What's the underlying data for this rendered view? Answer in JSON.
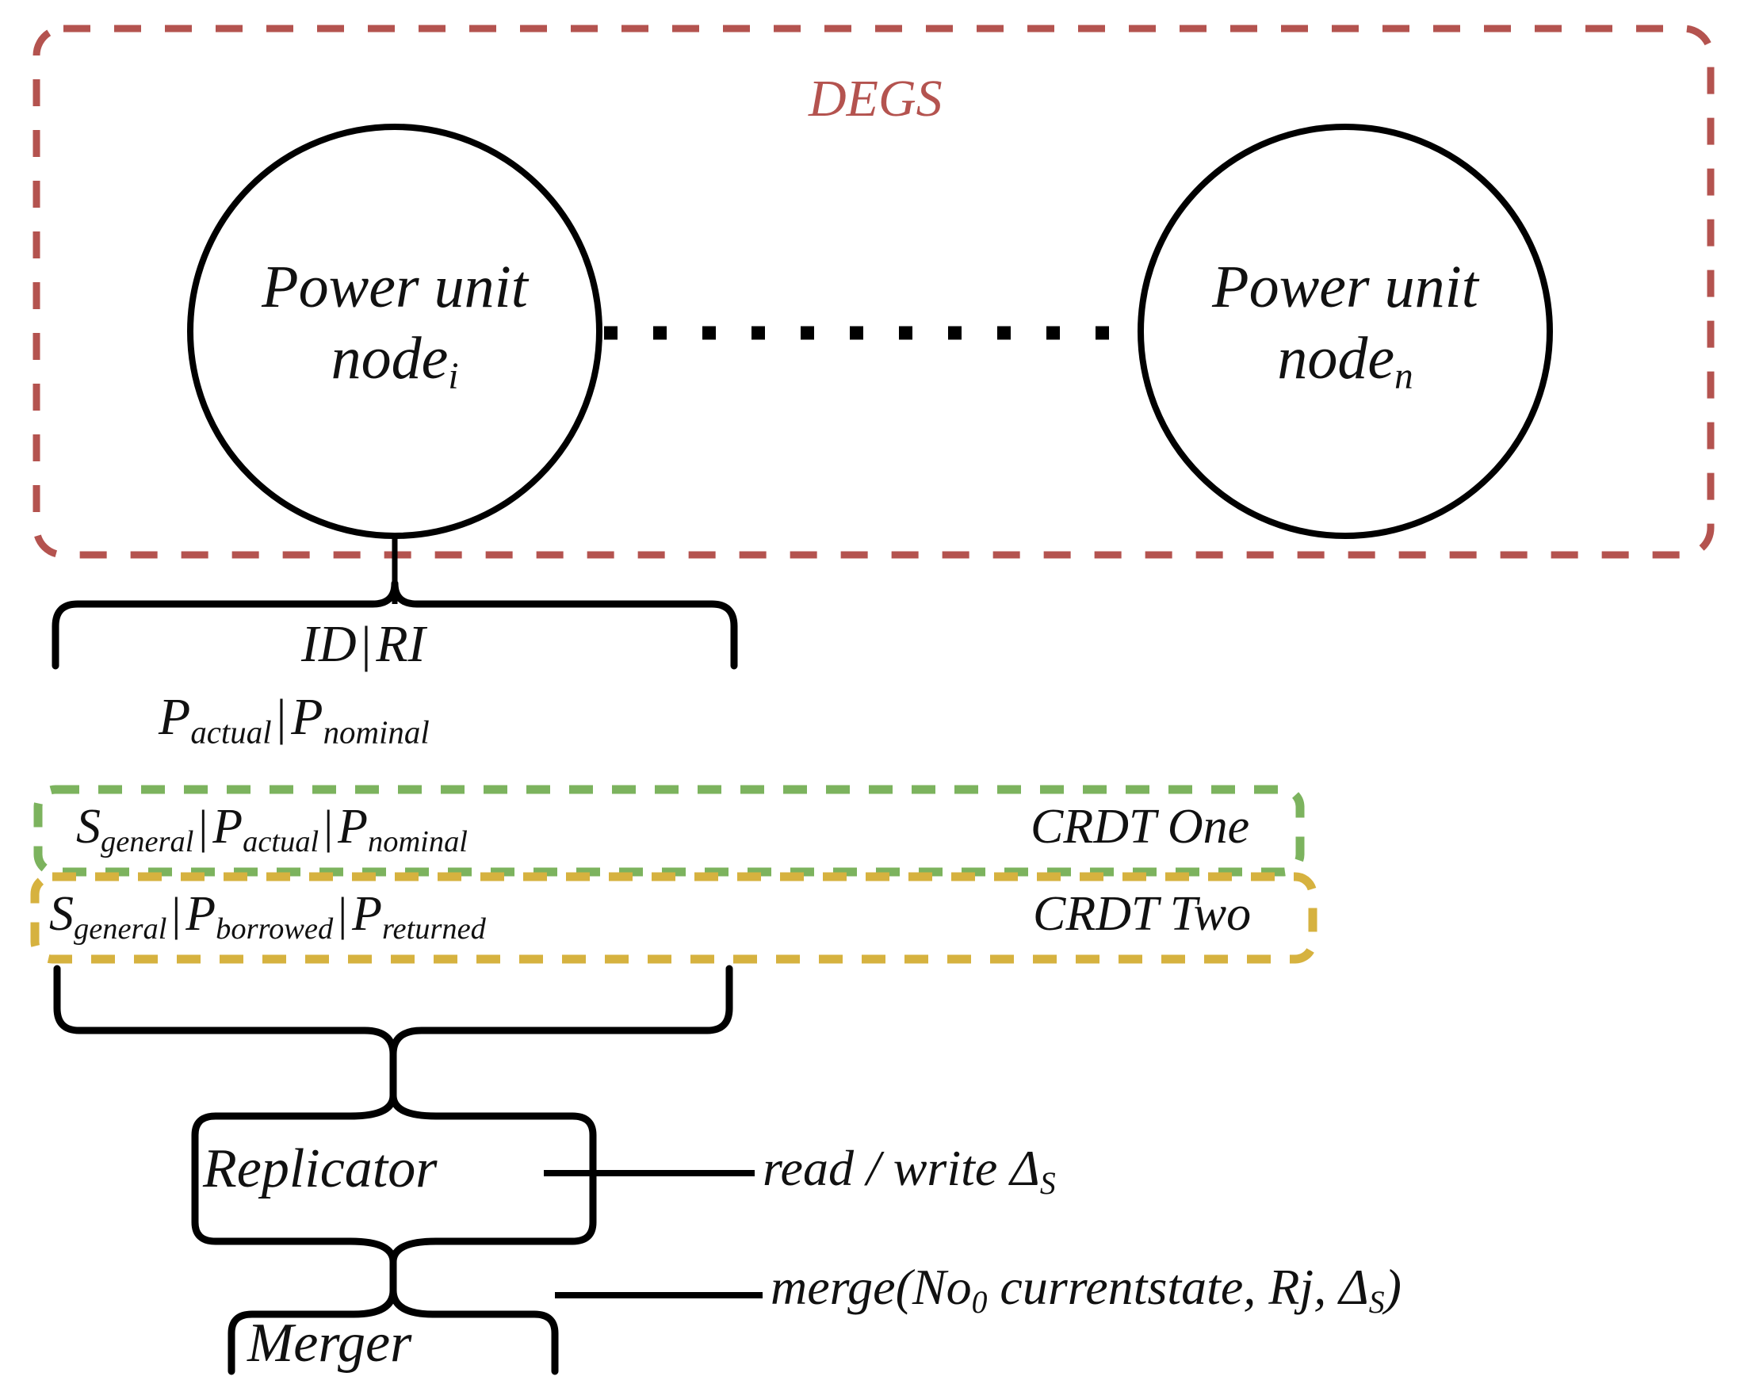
{
  "diagram": {
    "title_region": {
      "degs_label": "DEGS",
      "degs_color": "#b4534f"
    },
    "nodes": [
      {
        "name": "node-i",
        "line1": "Power unit",
        "line2": "node",
        "subscript": "i"
      },
      {
        "name": "node-n",
        "line1": "Power unit",
        "line2": "node",
        "subscript": "n"
      }
    ],
    "connector": {
      "style": "dotted",
      "color": "#000000"
    },
    "node_attributes": {
      "line1": {
        "left": "ID",
        "separator": "|",
        "right": "RI"
      },
      "line2": {
        "left": "P",
        "left_sub": "actual",
        "separator": "|",
        "right": "P",
        "right_sub": "nominal"
      }
    },
    "crdts": [
      {
        "name": "crdt-one",
        "label": "CRDT One",
        "color": "#7cb35e",
        "fields": [
          {
            "base": "S",
            "sub": "general"
          },
          {
            "base": "P",
            "sub": "actual"
          },
          {
            "base": "P",
            "sub": "nominal"
          }
        ],
        "separator": "|"
      },
      {
        "name": "crdt-two",
        "label": "CRDT Two",
        "color": "#d6b23f",
        "fields": [
          {
            "base": "S",
            "sub": "general"
          },
          {
            "base": "P",
            "sub": "borrowed"
          },
          {
            "base": "P",
            "sub": "returned"
          }
        ],
        "separator": "|"
      }
    ],
    "components": [
      {
        "name": "replicator",
        "label": "Replicator"
      },
      {
        "name": "merger",
        "label": "Merger"
      }
    ],
    "annotations": [
      {
        "name": "read-write-annotation",
        "prefix": "read / write",
        "symbol": "Δ",
        "symbol_sub": "S",
        "suffix": ""
      },
      {
        "name": "merge-annotation",
        "prefix": "merge(No",
        "prefix_sub": "0",
        "middle": " currentstate, Rj, ",
        "symbol": "Δ",
        "symbol_sub": "S",
        "suffix": ")"
      }
    ]
  }
}
